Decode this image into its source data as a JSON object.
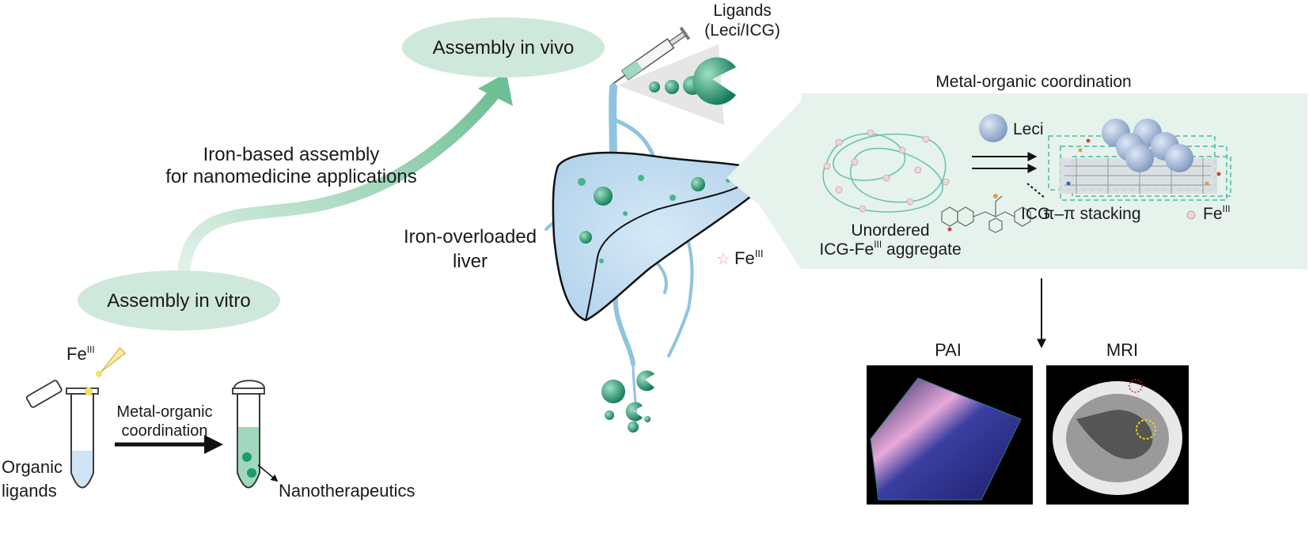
{
  "labels": {
    "assembly_in_vivo": "Assembly in vivo",
    "assembly_in_vitro": "Assembly in vitro",
    "iron_based_line1": "Iron-based assembly",
    "iron_based_line2": "for nanomedicine applications",
    "ligands_line1": "Ligands",
    "ligands_line2": "(Leci/ICG)",
    "liver_line1": "Iron-overloaded",
    "liver_line2": "liver",
    "fe_liver": "Fe",
    "fe_liver_sup": "III",
    "fe_tube": "Fe",
    "fe_tube_sup": "III",
    "metal_organic_coord_title": "Metal-organic coordination",
    "leci": "Leci",
    "unordered_line1": "Unordered",
    "unordered_line2_prefix": "ICG-Fe",
    "unordered_line2_sup": "III",
    "unordered_line2_suffix": " aggregate",
    "icg": "ICG",
    "pi_stacking": "π–π stacking",
    "fe_legend": "Fe",
    "fe_legend_sup": "III",
    "metal_organic_line1": "Metal-organic",
    "metal_organic_line2": "coordination",
    "organic_line1": "Organic",
    "organic_line2": "ligands",
    "nanotherapeutics": "Nanotherapeutics",
    "pai": "PAI",
    "mri": "MRI"
  },
  "colors": {
    "mint": "#cfe8dc",
    "green_dark": "#1f8f6a",
    "green_arrow": "#8fcfae",
    "vessel": "#8fc3e0",
    "leci_ball": "#9fb4d4",
    "fe_marker": "#e8b4c4"
  }
}
